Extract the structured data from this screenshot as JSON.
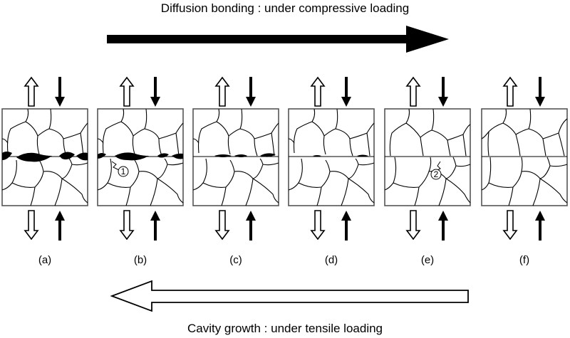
{
  "diagram": {
    "top_caption": "Diffusion bonding : under compressive loading",
    "bottom_caption": "Cavity growth : under tensile loading",
    "panels": [
      {
        "label": "(a)"
      },
      {
        "label": "(b)",
        "marker": "1"
      },
      {
        "label": "(c)"
      },
      {
        "label": "(d)"
      },
      {
        "label": "(e)",
        "marker": "2"
      },
      {
        "label": "(f)"
      }
    ],
    "top_arrow_direction": "right",
    "bottom_arrow_direction": "left",
    "loading_arrows": {
      "open_arrow": "tensile",
      "solid_arrow": "compressive"
    }
  }
}
